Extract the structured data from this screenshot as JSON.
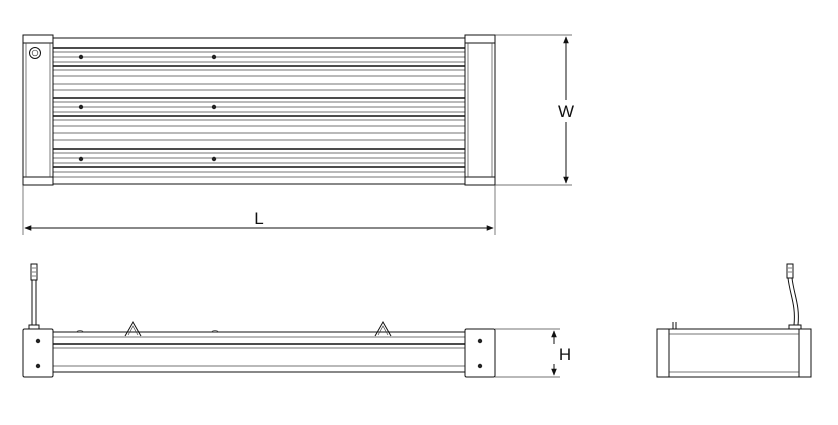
{
  "dimensions": {
    "length_label": "L",
    "width_label": "W",
    "height_label": "H"
  }
}
